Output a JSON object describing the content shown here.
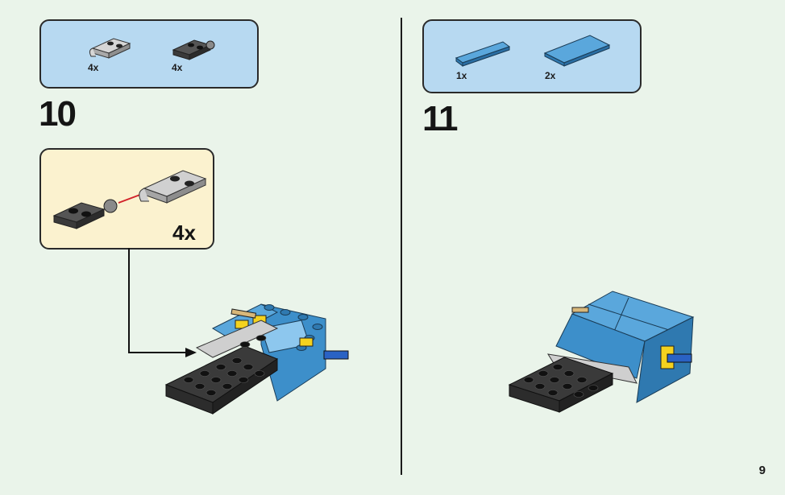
{
  "page": {
    "number": "9"
  },
  "steps": [
    {
      "number": "10",
      "parts": [
        {
          "qty": "4x",
          "icon": "gray-plate-clip-icon",
          "color": "#bdbdbd"
        },
        {
          "qty": "4x",
          "icon": "dark-plate-ball-icon",
          "color": "#4a4a4a"
        }
      ],
      "callout": {
        "qty": "4x"
      }
    },
    {
      "number": "11",
      "parts": [
        {
          "qty": "1x",
          "icon": "blue-tile-1x4-icon",
          "color": "#3d8fca"
        },
        {
          "qty": "2x",
          "icon": "blue-tile-2x4-icon",
          "color": "#3d8fca"
        }
      ]
    }
  ],
  "colors": {
    "background": "#eaf4ea",
    "parts_box": "#b7d9f1",
    "callout_box": "#fbf2cf",
    "brick_blue": "#3d8fca",
    "brick_dark": "#3a3a3a",
    "brick_gray": "#bdbdbd",
    "brick_yellow": "#f4d21f",
    "arrow_red": "#d2232a"
  }
}
